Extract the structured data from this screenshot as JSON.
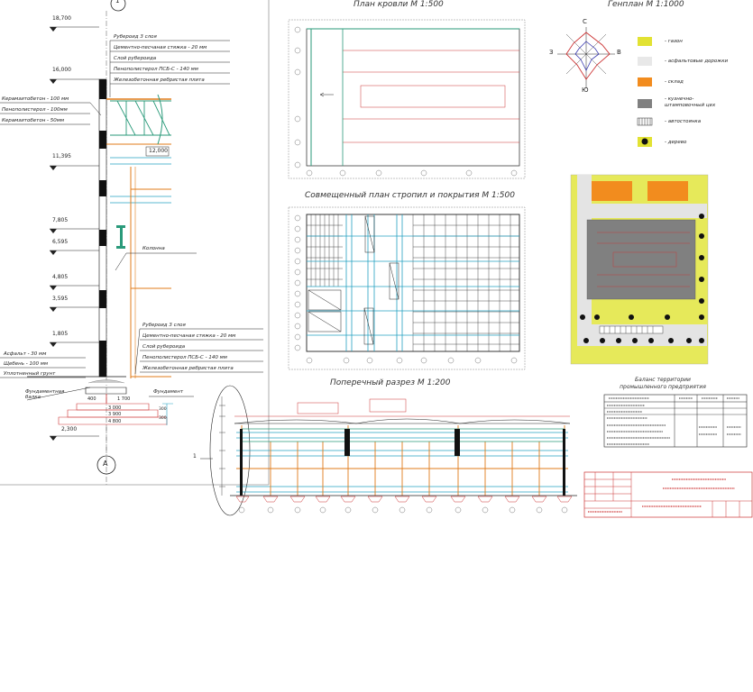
{
  "titles": {
    "roof_plan": "План кровли М 1:500",
    "rafter_plan": "Совмещенный план стропил и покрытия М 1:500",
    "section": "Поперечный разрез М 1:200",
    "site_plan": "Генплан  М 1:1000",
    "balance": "Баланс территории промышленного предприятия"
  },
  "compass": {
    "north": "С",
    "south": "Ю",
    "west": "З",
    "east": "В"
  },
  "legend": [
    {
      "label": "- газон",
      "color": "#e2e233"
    },
    {
      "label": "- асфальтовые дорожки",
      "color": "#e8e8e8"
    },
    {
      "label": "- склад",
      "color": "#f28c1e"
    },
    {
      "label": "- кузнечно-штамповочный цех",
      "color": "#808080"
    },
    {
      "label": "- автостоянка",
      "color": "#ffffff"
    },
    {
      "label": "- дерево",
      "color": "#e2e233"
    }
  ],
  "levels": [
    "18,700",
    "16,000",
    "11,395",
    "7,805",
    "6,595",
    "4,805",
    "3,595",
    "1,805",
    "2,300"
  ],
  "level_12": "12,000",
  "wall_notes_top": [
    "Рубероид 3 слоя",
    "Цементно-песчаная стяжка - 20 мм",
    "Слой рубероида",
    "Пенополистерол ПСБ-С - 140 мм",
    "Железобетонная ребристая плита"
  ],
  "wall_notes_left": [
    "Керамзитобетон - 100 мм",
    "Пенополистерол - 100мм",
    "Керамзитобетон - 50мм"
  ],
  "wall_notes_bottom": [
    "Рубероид 3 слоя",
    "Цементно-песчаная стяжка - 20 мм",
    "Слой рубероида",
    "Пенополистерол ПСБ-С - 140 мм",
    "Железобетонная ребристая плита"
  ],
  "ground_notes": [
    "Асфальт - 30 мм",
    "Щебень - 100 мм",
    "Уплотненный грунт"
  ],
  "labels": {
    "column": "Колонна",
    "foundation_beam": "Фундаментная балка",
    "foundation": "Фундамент",
    "axis_a": "А",
    "axis_1": "1",
    "callout_1": "1"
  },
  "dims": [
    "400",
    "1 700",
    "3 000",
    "3 900",
    "4 800",
    "300",
    "300"
  ]
}
